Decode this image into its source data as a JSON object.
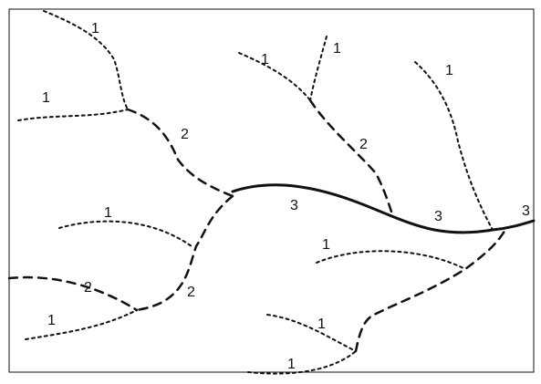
{
  "diagram": {
    "stroke_color": "#111111",
    "background": "#ffffff",
    "segments": [
      {
        "name": "order-1-stream-a",
        "order": 1
      },
      {
        "name": "order-1-stream-b",
        "order": 1
      },
      {
        "name": "order-2-stream-a",
        "order": 2
      },
      {
        "name": "order-1-stream-c",
        "order": 1
      },
      {
        "name": "order-1-stream-d",
        "order": 1
      },
      {
        "name": "order-2-stream-b",
        "order": 2
      },
      {
        "name": "order-1-stream-e",
        "order": 1
      },
      {
        "name": "order-1-stream-f",
        "order": 1
      },
      {
        "name": "order-2-stream-c",
        "order": 2
      },
      {
        "name": "order-1-stream-g",
        "order": 1
      },
      {
        "name": "order-1-stream-h",
        "order": 1
      },
      {
        "name": "order-1-stream-i",
        "order": 1
      },
      {
        "name": "order-1-stream-j",
        "order": 1
      },
      {
        "name": "order-2-stream-d",
        "order": 2
      },
      {
        "name": "order-3-main-stream",
        "order": 3
      }
    ],
    "labels": [
      {
        "name": "label-order-1-a",
        "text": "1"
      },
      {
        "name": "label-order-1-b",
        "text": "1"
      },
      {
        "name": "label-order-2-a",
        "text": "2"
      },
      {
        "name": "label-order-1-c",
        "text": "1"
      },
      {
        "name": "label-order-1-d",
        "text": "1"
      },
      {
        "name": "label-order-2-b",
        "text": "2"
      },
      {
        "name": "label-order-1-e",
        "text": "1"
      },
      {
        "name": "label-order-1-f",
        "text": "1"
      },
      {
        "name": "label-order-2-c",
        "text": "2"
      },
      {
        "name": "label-order-1-g",
        "text": "1"
      },
      {
        "name": "label-order-1-h",
        "text": "1"
      },
      {
        "name": "label-order-1-i",
        "text": "1"
      },
      {
        "name": "label-order-1-j",
        "text": "1"
      },
      {
        "name": "label-order-2-d",
        "text": "2"
      },
      {
        "name": "label-order-3-a",
        "text": "3"
      },
      {
        "name": "label-order-3-b",
        "text": "3"
      },
      {
        "name": "label-order-3-c",
        "text": "3"
      }
    ]
  }
}
